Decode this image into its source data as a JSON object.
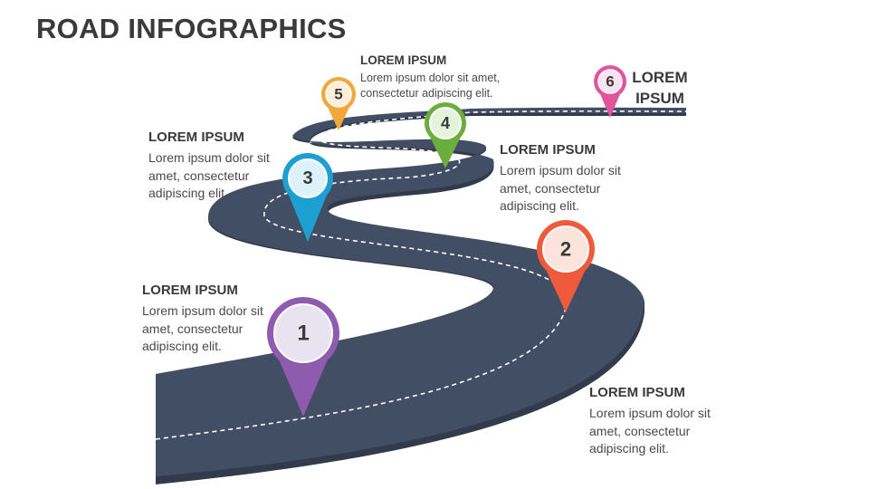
{
  "title": "ROAD INFOGRAPHICS",
  "milestones": [
    {
      "number": "1",
      "color": "#8E5BAE",
      "fill": "#E9E2F0",
      "heading": "LOREM IPSUM",
      "text_lines": [
        "Lorem ipsum dolor sit",
        "amet, consectetur",
        "adipiscing elit."
      ]
    },
    {
      "number": "2",
      "color": "#EF5B3A",
      "fill": "#FCE4DD",
      "heading": "LOREM IPSUM",
      "text_lines": [
        "Lorem ipsum dolor sit",
        "amet, consectetur",
        "adipiscing elit."
      ]
    },
    {
      "number": "3",
      "color": "#1E9FD2",
      "fill": "#DDF1FA",
      "heading": "LOREM IPSUM",
      "text_lines": [
        "Lorem ipsum dolor sit",
        "amet, consectetur",
        "adipiscing elit."
      ]
    },
    {
      "number": "4",
      "color": "#6BAE3E",
      "fill": "#E5F2DC",
      "heading": "LOREM IPSUM",
      "text_lines": [
        "Lorem ipsum dolor sit",
        "amet, consectetur",
        "adipiscing elit."
      ]
    },
    {
      "number": "5",
      "color": "#F3A73B",
      "fill": "#FDEFD9",
      "heading": "LOREM IPSUM",
      "text_lines": [
        "Lorem ipsum dolor sit amet,",
        "consectetur adipiscing elit."
      ]
    },
    {
      "number": "6",
      "color": "#E0559C",
      "fill": "#FBE2EF",
      "heading_lines": [
        "LOREM",
        "IPSUM"
      ]
    }
  ],
  "road_color": "#424E63",
  "road_edge_color": "#323B4C"
}
